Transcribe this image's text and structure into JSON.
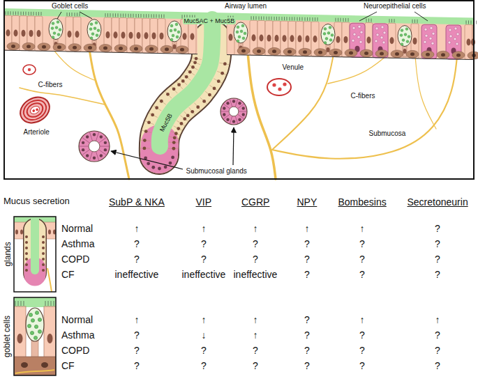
{
  "diagram": {
    "labels": [
      "Goblet cells",
      "Airway lumen",
      "Muc5AC + Muc5B",
      "Neuroepithelial cells",
      "C-fibers",
      "Arteriole",
      "Muc5B",
      "Venule",
      "C-fibers",
      "Submucosa",
      "Submucosal glands",
      "Mucus secretion",
      "SubP & NKA",
      "VIP",
      "CGRP",
      "NPY",
      "Bombesins",
      "Secretoneurin",
      "glands",
      "Normal",
      "↑",
      "↑",
      "↑",
      "↑",
      "↑",
      "?",
      "Asthma",
      "?",
      "?",
      "?",
      "?",
      "?",
      "?",
      "COPD",
      "?",
      "?",
      "?",
      "?",
      "?",
      "?",
      "CF",
      "ineffective",
      "ineffective",
      "ineffective",
      "?",
      "?",
      "?",
      "goblet cells",
      "Normal",
      "↑",
      "↑",
      "↑",
      "?",
      "↑",
      "↑",
      "Asthma",
      "?",
      "↓",
      "↑",
      "?",
      "?",
      "?",
      "COPD",
      "?",
      "?",
      "?",
      "?",
      "?",
      "?",
      "CF",
      "?",
      "?",
      "?",
      "?",
      "?",
      "?"
    ]
  }
}
